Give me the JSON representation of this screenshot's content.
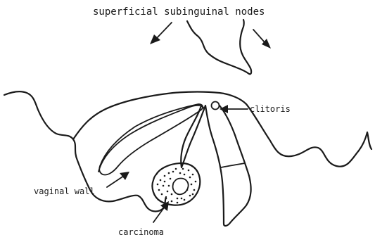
{
  "labels": {
    "nodes": "superficial subinguinal nodes",
    "clitoris": "clitoris",
    "vaginal_wall": "vaginal wall",
    "carcinoma": "carcinoma"
  },
  "colors": {
    "ink": "#1a1a1a",
    "background": "#ffffff"
  }
}
